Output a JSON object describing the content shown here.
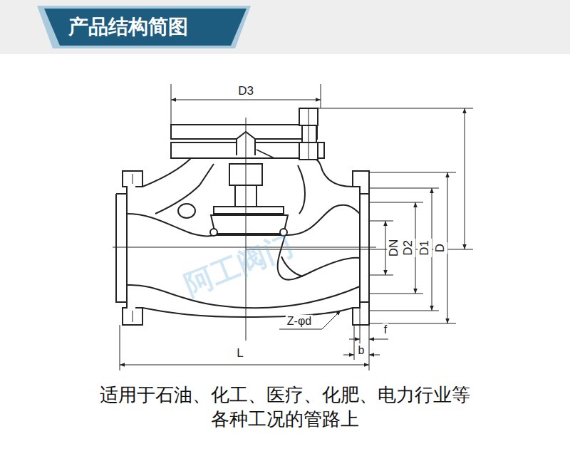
{
  "diagram": {
    "title": "产品结构简图",
    "caption": "适用于石油、化工、医疗、化肥、电力行业等 各种工况的管路上",
    "labels": [
      "D3",
      "DN",
      "D2",
      "D1",
      "D",
      "Z-φd",
      "L",
      "b",
      "f",
      "阿工阀门"
    ]
  }
}
